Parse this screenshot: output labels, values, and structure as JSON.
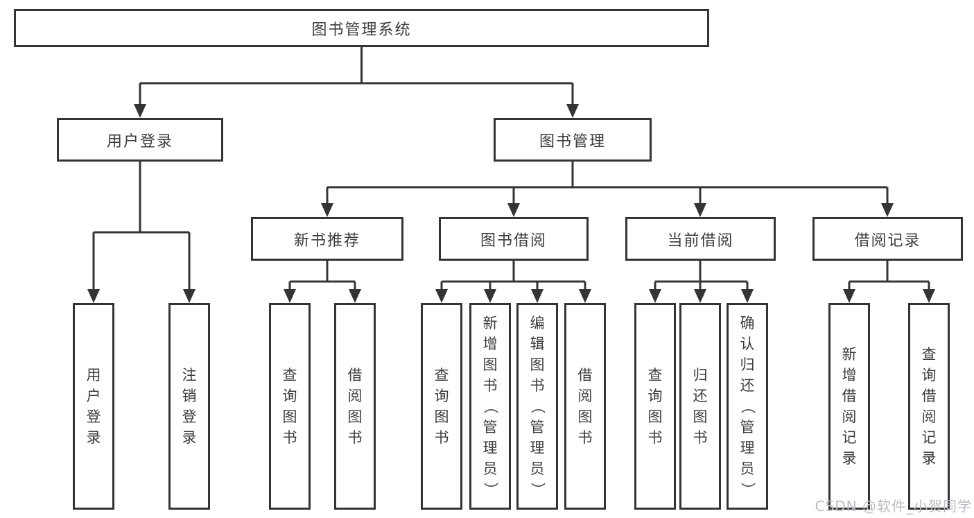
{
  "nodes": {
    "root": "图书管理系统",
    "user_login": "用户登录",
    "book_mgmt": "图书管理",
    "new_books": "新书推荐",
    "book_borrow": "图书借阅",
    "current_borrow": "当前借阅",
    "borrow_records": "借阅记录",
    "leaf_user_login": "用户登录",
    "leaf_logout": "注销登录",
    "leaf_nb_query": "查询图书",
    "leaf_nb_borrow": "借阅图书",
    "leaf_bb_query": "查询图书",
    "leaf_bb_add": "新增图书（管理员）",
    "leaf_bb_edit": "编辑图书（管理员）",
    "leaf_bb_borrow": "借阅图书",
    "leaf_cb_query": "查询图书",
    "leaf_cb_return": "归还图书",
    "leaf_cb_confirm": "确认归还（管理员）",
    "leaf_br_add": "新增借阅记录",
    "leaf_br_query": "查询借阅记录"
  },
  "watermark": "CSDN @软件_小贺同学",
  "colors": {
    "line": "#343434",
    "text": "#3c3c3c",
    "box_fill": "#ffffff",
    "watermark": "#b9bcc3"
  }
}
